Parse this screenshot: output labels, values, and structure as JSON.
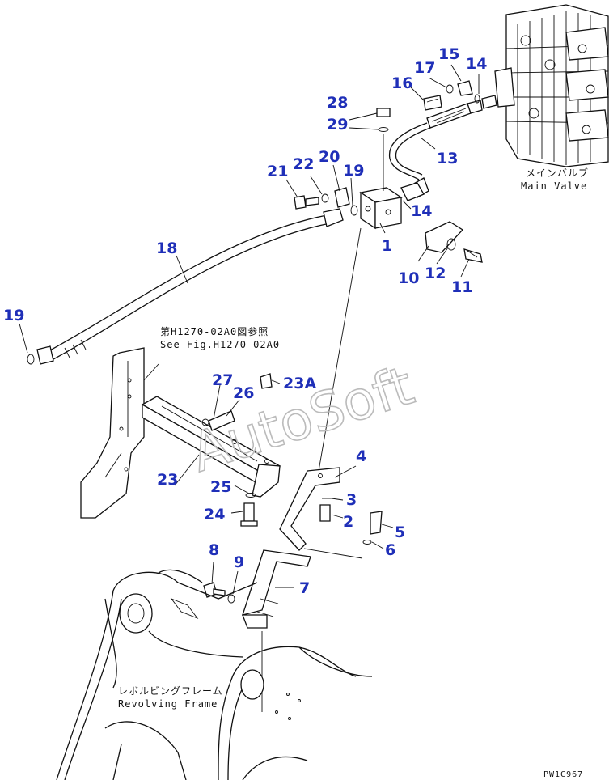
{
  "callouts": [
    {
      "id": "c1",
      "text": "1"
    },
    {
      "id": "c2",
      "text": "2"
    },
    {
      "id": "c3",
      "text": "3"
    },
    {
      "id": "c4",
      "text": "4"
    },
    {
      "id": "c5",
      "text": "5"
    },
    {
      "id": "c6",
      "text": "6"
    },
    {
      "id": "c7",
      "text": "7"
    },
    {
      "id": "c8",
      "text": "8"
    },
    {
      "id": "c9",
      "text": "9"
    },
    {
      "id": "c10",
      "text": "10"
    },
    {
      "id": "c11",
      "text": "11"
    },
    {
      "id": "c12",
      "text": "12"
    },
    {
      "id": "c13",
      "text": "13"
    },
    {
      "id": "c14a",
      "text": "14"
    },
    {
      "id": "c14b",
      "text": "14"
    },
    {
      "id": "c15",
      "text": "15"
    },
    {
      "id": "c16",
      "text": "16"
    },
    {
      "id": "c17",
      "text": "17"
    },
    {
      "id": "c18",
      "text": "18"
    },
    {
      "id": "c19a",
      "text": "19"
    },
    {
      "id": "c19b",
      "text": "19"
    },
    {
      "id": "c20",
      "text": "20"
    },
    {
      "id": "c21",
      "text": "21"
    },
    {
      "id": "c22",
      "text": "22"
    },
    {
      "id": "c23",
      "text": "23"
    },
    {
      "id": "c23a",
      "text": "23A"
    },
    {
      "id": "c24",
      "text": "24"
    },
    {
      "id": "c25",
      "text": "25"
    },
    {
      "id": "c26",
      "text": "26"
    },
    {
      "id": "c27",
      "text": "27"
    },
    {
      "id": "c28",
      "text": "28"
    },
    {
      "id": "c29",
      "text": "29"
    }
  ],
  "labels": {
    "main_valve_jp": "メインバルブ",
    "main_valve_en": "Main Valve",
    "see_fig_jp": "第H1270-02A0図参照",
    "see_fig_en": "See Fig.H1270-02A0",
    "revolving_frame_jp": "レボルビングフレーム",
    "revolving_frame_en": "Revolving Frame",
    "drawing_code": "PW1C967"
  },
  "watermark": "AutoSoft",
  "colors": {
    "callout": "#1f2fb8",
    "line": "#111111",
    "watermark": "#bbbbbb"
  }
}
